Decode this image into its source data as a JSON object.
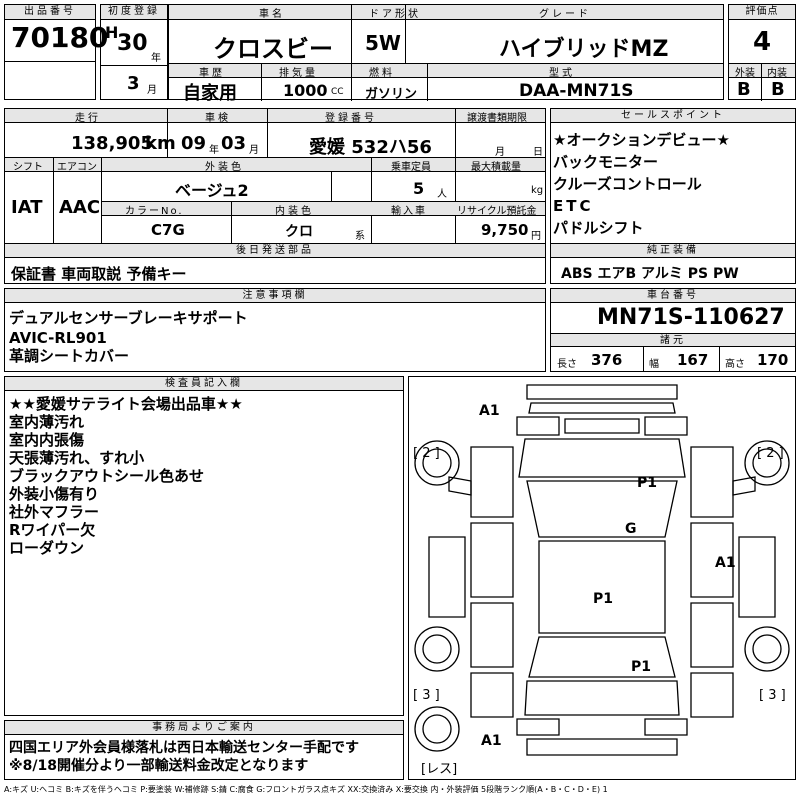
{
  "lot": {
    "label": "出品番号",
    "value": "70180"
  },
  "first_reg": {
    "label": "初度登録",
    "era": "H",
    "year": "30",
    "year_unit": "年",
    "month": "3",
    "month_unit": "月"
  },
  "car_name": {
    "label": "車名",
    "value": "クロスビー"
  },
  "doors": {
    "label": "ドア形状",
    "value": "5W"
  },
  "grade": {
    "label": "グレード",
    "value": "ハイブリッドMZ"
  },
  "score": {
    "label": "評価点",
    "value": "4"
  },
  "history": {
    "label": "車歴",
    "value": "自家用"
  },
  "displacement": {
    "label": "排気量",
    "value": "1000",
    "unit": "CC"
  },
  "fuel": {
    "label": "燃料",
    "value": "ガソリン"
  },
  "model": {
    "label": "型式",
    "value": "DAA-MN71S"
  },
  "exterior_grade": {
    "label": "外装",
    "value": "B"
  },
  "interior_grade": {
    "label": "内装",
    "value": "B"
  },
  "mileage": {
    "label": "走行",
    "value": "138,905",
    "unit": "km"
  },
  "inspection": {
    "label": "車検",
    "year": "09",
    "year_unit": "年",
    "month": "03",
    "month_unit": "月"
  },
  "plate": {
    "label": "登録番号",
    "value": "愛媛 532ハ56"
  },
  "transfer_deadline": {
    "label": "譲渡書類期限",
    "month_unit": "月",
    "day_unit": "日"
  },
  "sales_points": {
    "label": "セールスポイント",
    "items": [
      "★オークションデビュー★",
      "バックモニター",
      "クルーズコントロール",
      "ETC",
      "パドルシフト"
    ]
  },
  "shift": {
    "label": "シフト",
    "value": "IAT"
  },
  "aircon": {
    "label": "エアコン",
    "value": "AAC"
  },
  "ext_color": {
    "label": "外装色",
    "value": "ベージュ2"
  },
  "capacity": {
    "label": "乗車定員",
    "value": "5",
    "unit": "人"
  },
  "max_load": {
    "label": "最大積載量",
    "unit": "kg"
  },
  "color_no": {
    "label": "カラーNo.",
    "value": "C7G"
  },
  "int_color": {
    "label": "内装色",
    "value": "クロ",
    "unit": "系"
  },
  "import": {
    "label": "輸入車"
  },
  "recycle": {
    "label": "リサイクル預託金",
    "value": "9,750",
    "unit": "円"
  },
  "later_items": {
    "label": "後日発送部品",
    "value": "保証書 車両取説 予備キー"
  },
  "equipment": {
    "label": "純正装備",
    "value": "ABS エアB アルミ PS PW"
  },
  "notes": {
    "label": "注意事項欄",
    "lines": [
      "デュアルセンサーブレーキサポート",
      "AVIC-RL901",
      "革調シートカバー"
    ]
  },
  "chassis": {
    "label": "車台番号",
    "value": "MN71S-110627"
  },
  "specs": {
    "label": "諸元",
    "length_label": "長さ",
    "length": "376",
    "width_label": "幅",
    "width": "167",
    "height_label": "高さ",
    "height": "170"
  },
  "inspector": {
    "label": "検査員記入欄",
    "lines": [
      "★★愛媛サテライト会場出品車★★",
      "室内薄汚れ",
      "室内内張傷",
      "天張薄汚れ、すれ小",
      "ブラックアウトシール色あせ",
      "外装小傷有り",
      "社外マフラー",
      "Rワイパー欠",
      "ローダウン"
    ]
  },
  "diagram": {
    "marks": [
      {
        "id": "a1-front",
        "text": "A1"
      },
      {
        "id": "p1-hood",
        "text": "P1"
      },
      {
        "id": "g-windshield",
        "text": "G"
      },
      {
        "id": "a1-right",
        "text": "A1"
      },
      {
        "id": "p1-roof",
        "text": "P1"
      },
      {
        "id": "p1-rear",
        "text": "P1"
      },
      {
        "id": "a1-rear",
        "text": "A1"
      }
    ],
    "tires": {
      "front_left": "[ 2 ]",
      "front_right": "[ 2 ]",
      "rear_left": "[ 3 ]",
      "rear_right": "[ 3 ]",
      "spare": "[レス]"
    }
  },
  "office": {
    "label": "事務局よりご案内",
    "lines": [
      "四国エリア外会員様落札は西日本輸送センター手配です",
      "※8/18開催分より一部輸送料金改定となります"
    ]
  },
  "legend": "A:キズ U:ヘコミ B:キズを伴うヘコミ P:要塗装 W:補修跡 S:錆 C:腐食 G:フロントガラス点キズ XX:交換済み X:要交換 内・外装評価 5段階ランク順(A・B・C・D・E) 1"
}
